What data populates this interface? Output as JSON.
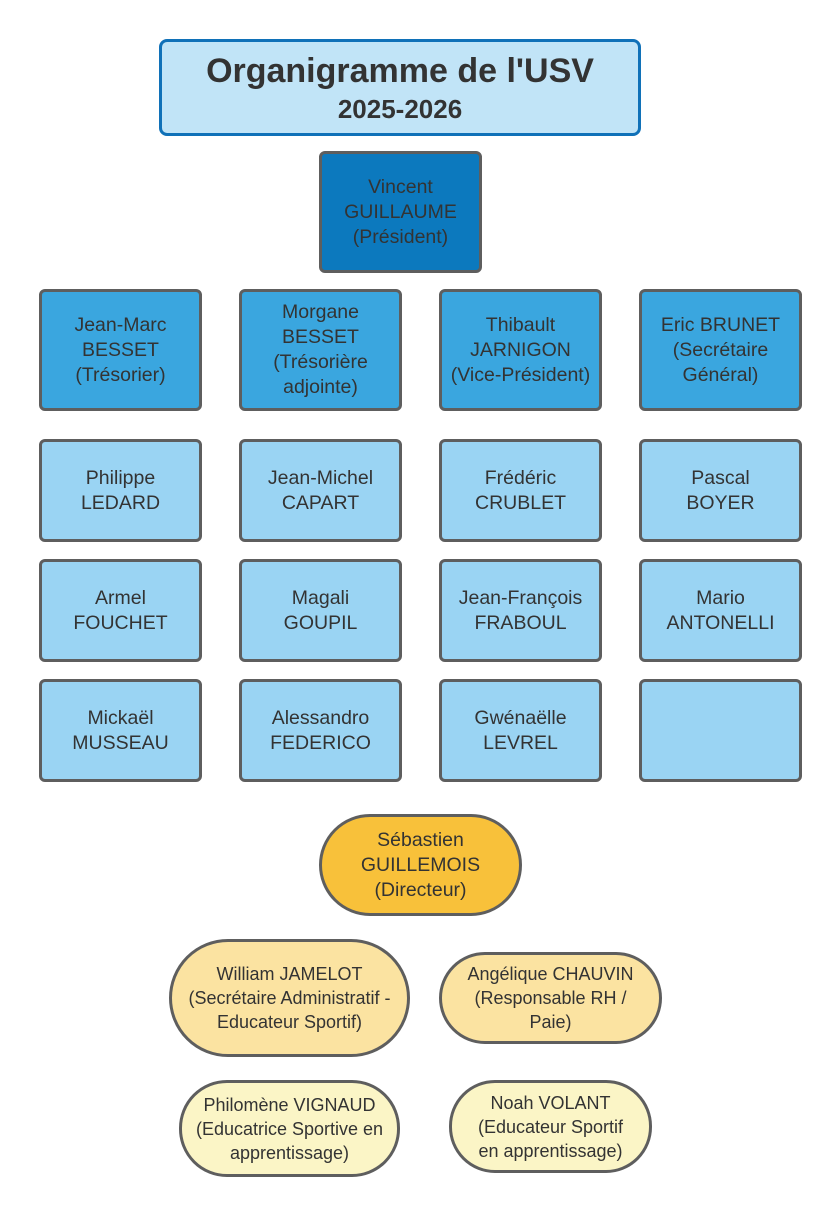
{
  "title": {
    "main": "Organigramme de l'USV",
    "sub": "2025-2026"
  },
  "president": {
    "label": "Vincent\nGUILLAUME\n(Président)"
  },
  "bureau": [
    {
      "label": "Jean-Marc\nBESSET\n(Trésorier)"
    },
    {
      "label": "Morgane\nBESSET\n(Trésorière\nadjointe)"
    },
    {
      "label": "Thibault\nJARNIGON\n(Vice-Président)"
    },
    {
      "label": "Eric BRUNET\n(Secrétaire\nGénéral)"
    }
  ],
  "members": [
    {
      "label": "Philippe\nLEDARD"
    },
    {
      "label": "Jean-Michel\nCAPART"
    },
    {
      "label": "Frédéric\nCRUBLET"
    },
    {
      "label": "Pascal\nBOYER"
    },
    {
      "label": "Armel\nFOUCHET"
    },
    {
      "label": "Magali\nGOUPIL"
    },
    {
      "label": "Jean-François\nFRABOUL"
    },
    {
      "label": "Mario\nANTONELLI"
    },
    {
      "label": "Mickaël\nMUSSEAU"
    },
    {
      "label": "Alessandro\nFEDERICO"
    },
    {
      "label": "Gwénaëlle\nLEVREL"
    },
    {
      "label": ""
    }
  ],
  "director": {
    "label": "Sébastien\nGUILLEMOIS\n(Directeur)"
  },
  "staff": [
    {
      "label": "William JAMELOT\n(Secrétaire Administratif -\nEducateur Sportif)"
    },
    {
      "label": "Angélique CHAUVIN\n(Responsable RH /\nPaie)"
    },
    {
      "label": "Philomène VIGNAUD\n(Educatrice Sportive en\napprentissage)"
    },
    {
      "label": "Noah VOLANT\n(Educateur Sportif\nen apprentissage)"
    }
  ],
  "colors": {
    "title_fill": "#c1e4f7",
    "title_border": "#1071b8",
    "president_fill": "#0c79be",
    "bureau_fill": "#3aa6df",
    "member_fill": "#9ad4f3",
    "director_fill": "#f8c13a",
    "staff_fill": "#fbe3a1",
    "apprentice_fill": "#fbf5c6",
    "border": "#5e5e5e"
  }
}
